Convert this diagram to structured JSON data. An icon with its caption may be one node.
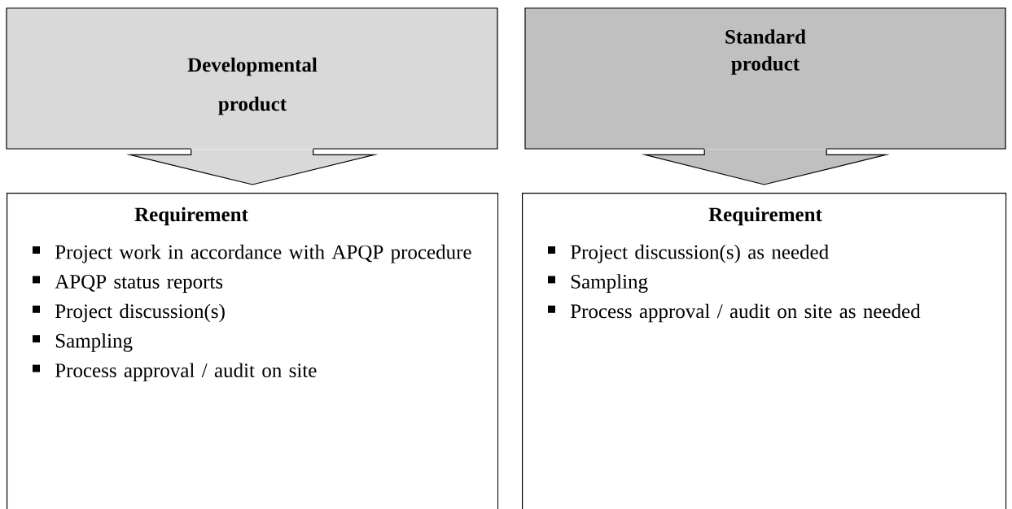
{
  "diagram": {
    "nodes": [
      {
        "text": [
          "Developmental product"
        ]
      },
      {
        "text": [
          "Requirement",
          "Project work in accordance with APQP procedure",
          "APQP status reports",
          "Project discussion(s)",
          "Sampling",
          "Process approval / audit on site"
        ]
      },
      {
        "text": [
          "Standard product"
        ]
      },
      {
        "text": [
          "Requirement",
          "Project discussion(s) as needed",
          "Sampling",
          "Process approval / audit on site as needed"
        ]
      }
    ],
    "edges": [
      {
        "from": 0,
        "to": 1,
        "arrow": "to"
      },
      {
        "from": 2,
        "to": 3,
        "arrow": "to"
      }
    ]
  }
}
